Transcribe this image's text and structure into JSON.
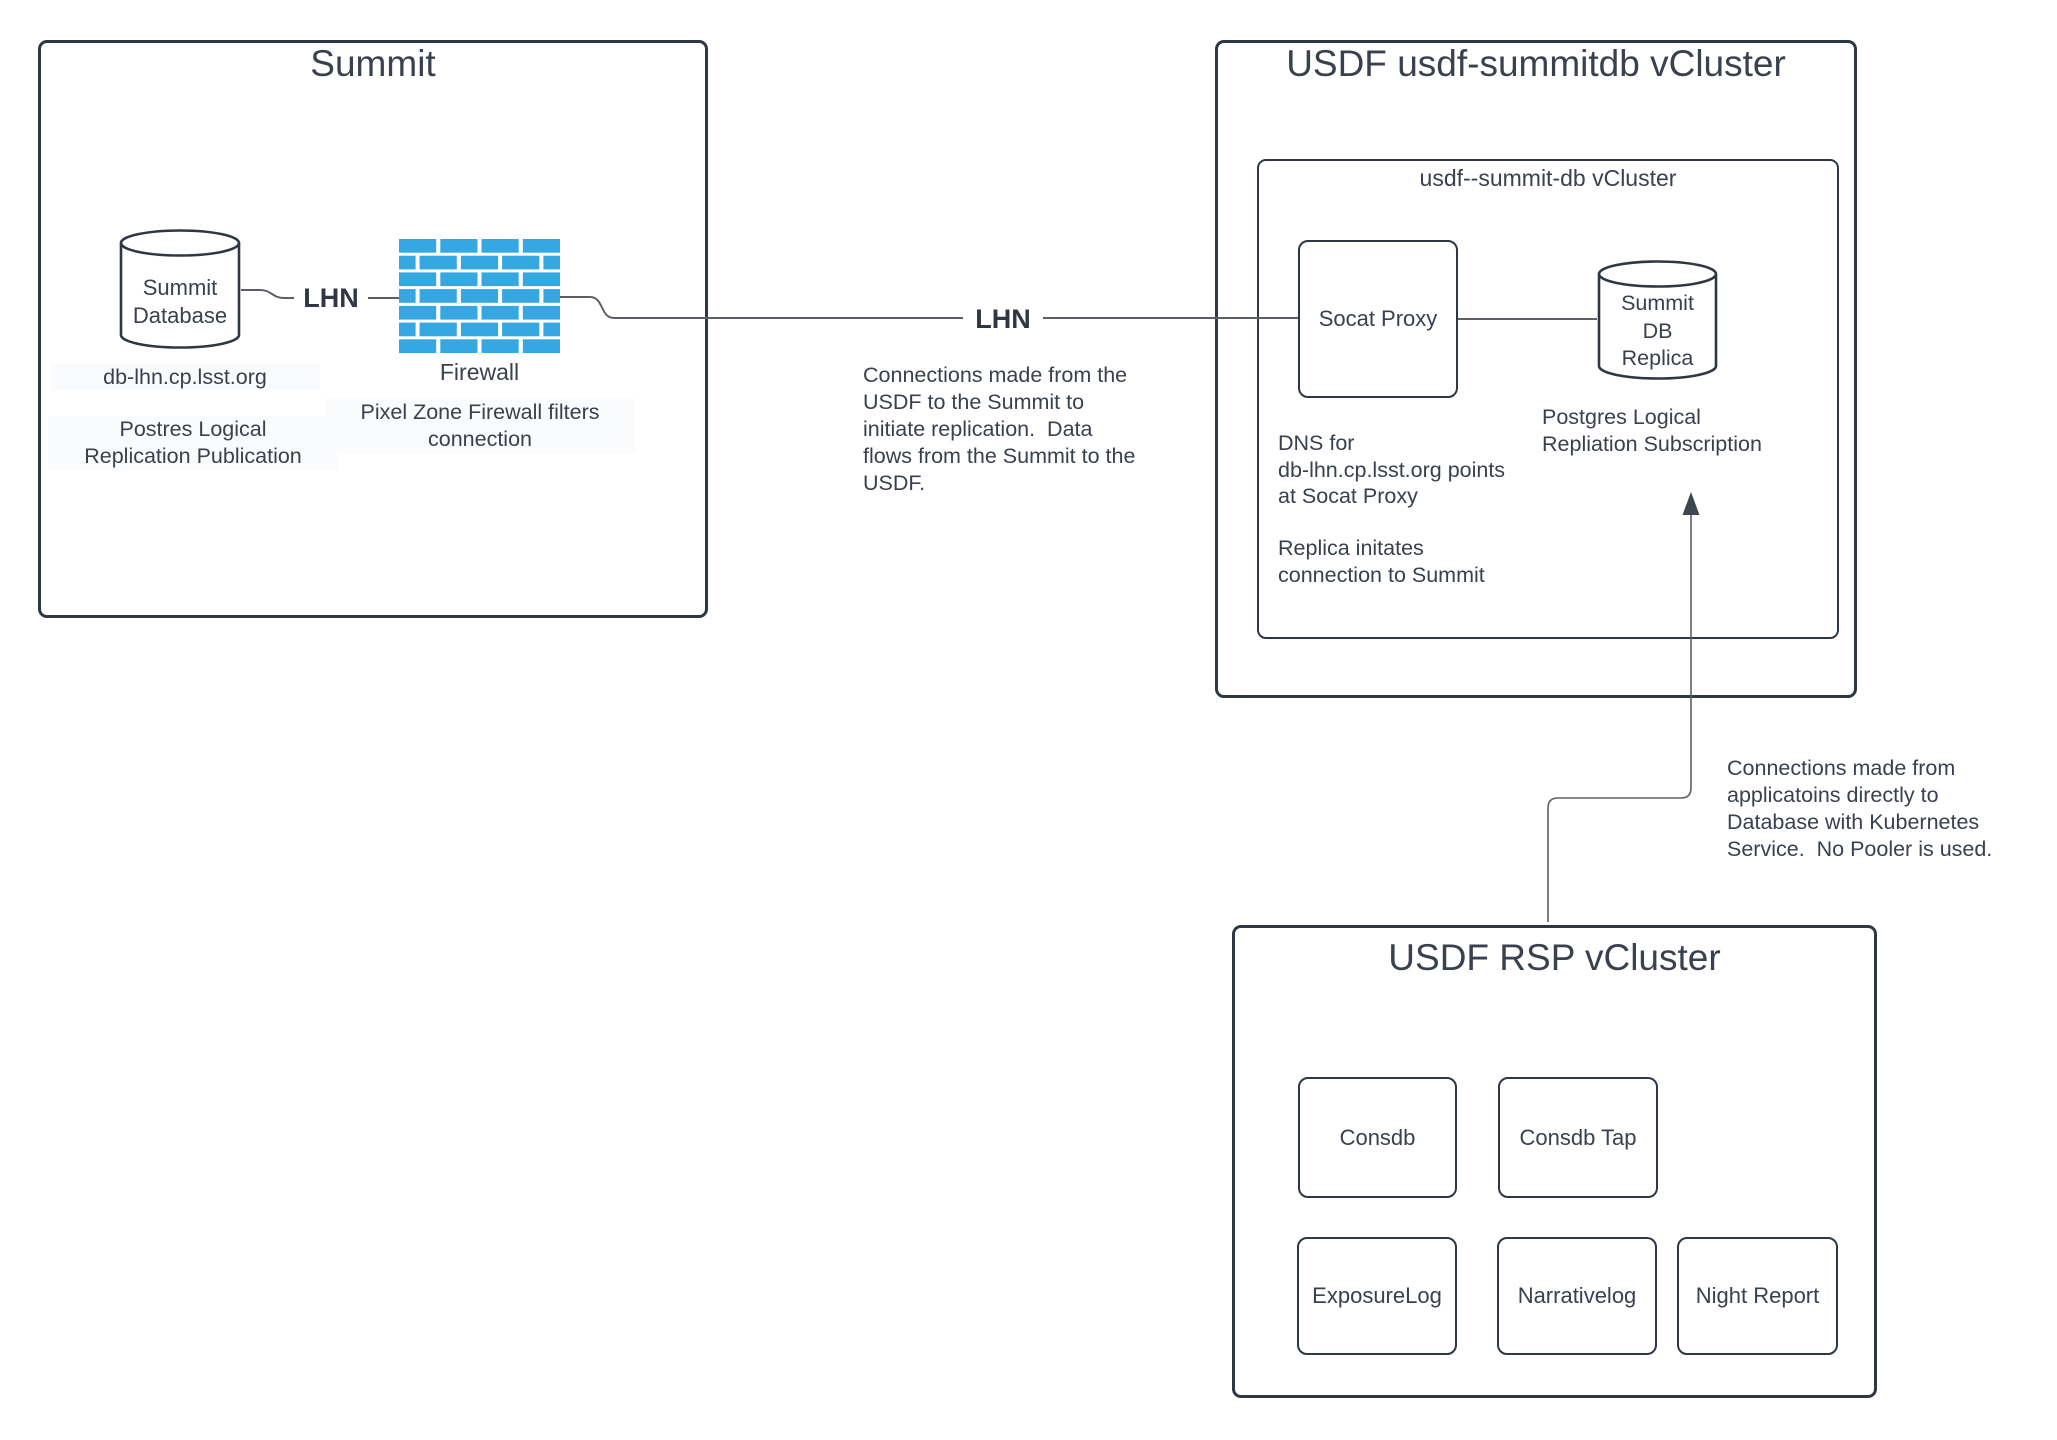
{
  "colors": {
    "border": "#2e3744",
    "text": "#39414e",
    "line": "#5c6066",
    "brick": "#35a8e1",
    "panel": "#fafbfc"
  },
  "summit": {
    "title": "Summit",
    "db_label": {
      "line1": "Summit",
      "line2": "Database"
    },
    "hostname": "db-lhn.cp.lsst.org",
    "publication": {
      "line1": "Postres Logical",
      "line2": "Replication Publication"
    },
    "lhn_label": "LHN",
    "firewall_label": "Firewall",
    "firewall_note": {
      "line1": "Pixel Zone Firewall filters",
      "line2": "connection"
    }
  },
  "link": {
    "lhn_label": "LHN",
    "note": [
      "Connections made from the",
      "USDF to the Summit to",
      "initiate replication.  Data",
      "flows from the Summit to the",
      "USDF."
    ]
  },
  "summitdb_cluster": {
    "title": "USDF usdf-summitdb vCluster",
    "inner_title": "usdf--summit-db vCluster",
    "socat_label": "Socat Proxy",
    "replica_db": {
      "line1": "Summit",
      "line2": "DB",
      "line3": "Replica"
    },
    "subscription": {
      "line1": "Postgres Logical",
      "line2": "Repliation Subscription"
    },
    "dns_note": [
      "DNS for",
      "db-lhn.cp.lsst.org points",
      "at Socat Proxy"
    ],
    "replica_note": [
      "Replica initates",
      "connection to Summit"
    ]
  },
  "rsp_cluster": {
    "title": "USDF RSP vCluster",
    "services": [
      "Consdb",
      "Consdb Tap",
      "ExposureLog",
      "Narrativelog",
      "Night Report"
    ]
  },
  "arrow_note": [
    "Connections made from",
    "applicatoins directly to",
    "Database with Kubernetes",
    "Service.  No Pooler is used."
  ]
}
